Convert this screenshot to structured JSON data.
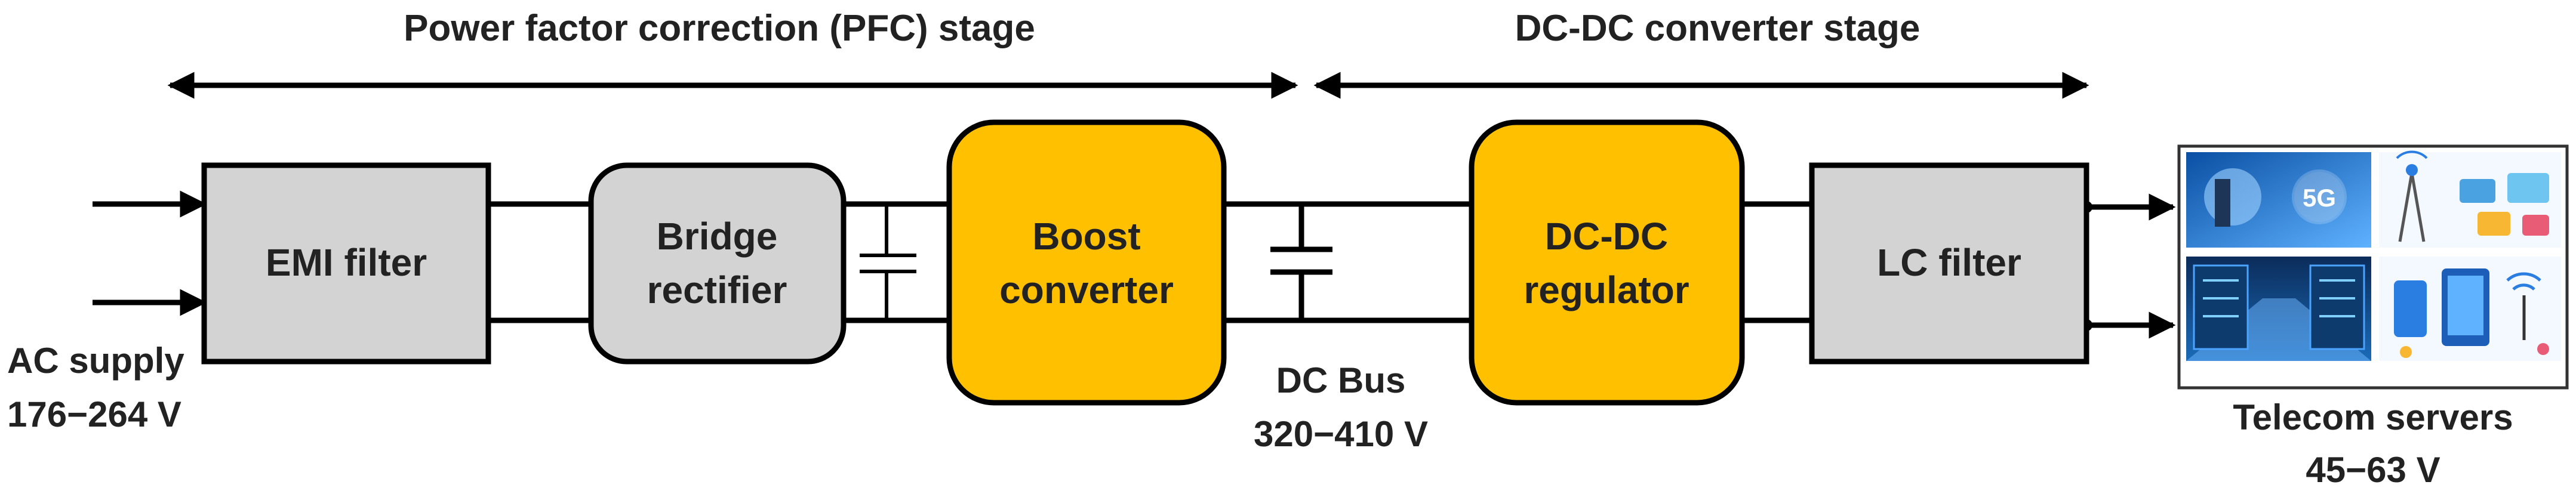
{
  "stages": {
    "pfc": "Power factor correction (PFC) stage",
    "dcdc": "DC-DC converter stage"
  },
  "blocks": {
    "emi": {
      "line1": "EMI filter",
      "fill": "#d3d3d3"
    },
    "bridge": {
      "line1": "Bridge",
      "line2": "rectifier",
      "fill": "#d3d3d3"
    },
    "boost": {
      "line1": "Boost",
      "line2": "converter",
      "fill": "#ffc000"
    },
    "regulator": {
      "line1": "DC-DC",
      "line2": "regulator",
      "fill": "#ffc000"
    },
    "lc": {
      "line1": "LC filter",
      "fill": "#d3d3d3"
    }
  },
  "labels": {
    "ac_supply": "AC supply",
    "ac_voltage": "176−264 V",
    "dc_bus": "DC Bus",
    "dc_voltage": "320−410 V",
    "servers": "Telecom servers",
    "servers_voltage": "45−63 V"
  },
  "panel_images": [
    "5g-icon",
    "antenna-network-icon",
    "server-room-image",
    "mobile-devices-icon"
  ]
}
